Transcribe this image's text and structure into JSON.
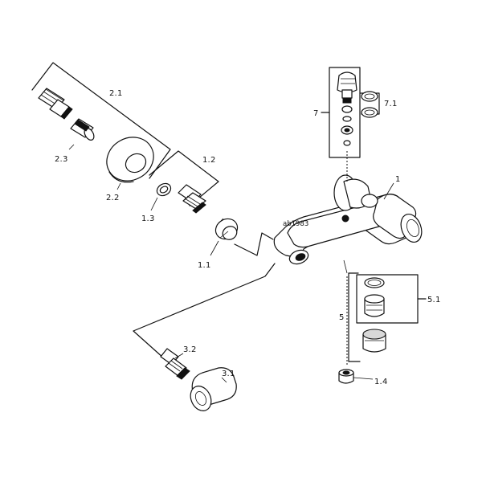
{
  "diagram": {
    "code": "ab1983",
    "parts": {
      "p2_1": "2.1",
      "p2_3": "2.3",
      "p2_2": "2.2",
      "p1_2": "1.2",
      "p1_3": "1.3",
      "p1_1": "1.1",
      "p7": "7",
      "p7_1": "7.1",
      "p1": "1",
      "p5_1": "5.1",
      "p5": "5",
      "p1_4": "1.4",
      "p3_2": "3.2",
      "p3_1": "3.1"
    }
  }
}
